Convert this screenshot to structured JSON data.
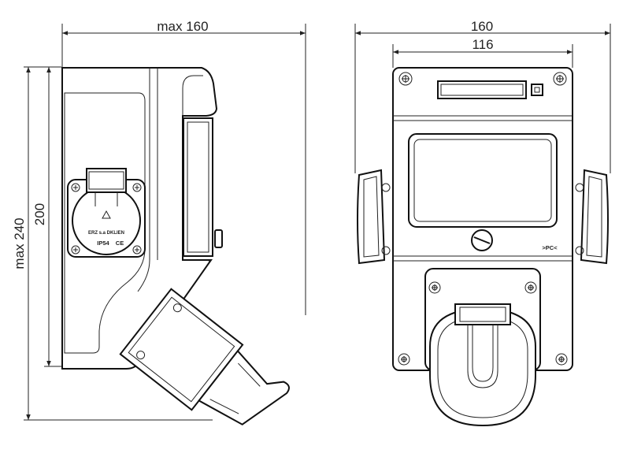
{
  "dimensions": {
    "side_width": "max 160",
    "side_height_outer": "max 240",
    "side_height_inner": "200",
    "front_width_outer": "160",
    "front_width_inner": "116"
  },
  "socket_marking": {
    "maker": "ERZ s.a DKLIEN",
    "rating": "IP54",
    "conformity": "CE"
  },
  "front_marking": ">PC<"
}
